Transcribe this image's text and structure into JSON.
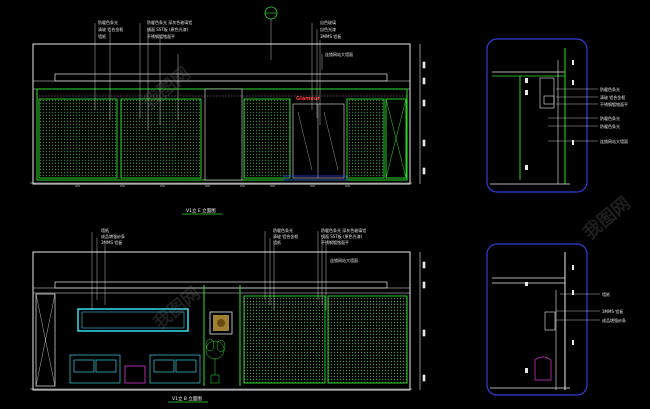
{
  "elevation_top": {
    "caption": "V1立 E 立面图",
    "labels_left": [
      "防暖色条光",
      "清玻 铝合金框",
      "墙纸"
    ],
    "labels_mid": [
      "防暖色条光 深灰色玻璃铝",
      "镜面 SST板 (原色光漆)",
      "不锈钢镀铬面平"
    ],
    "labels_right": [
      "自色玻璃",
      "自色光漆",
      "3MMS 铝板",
      "连锁网站大墙面"
    ],
    "sign_text": "Glamour"
  },
  "elevation_bottom": {
    "caption": "V1立 B 立面图",
    "labels_left": [
      "墙纸",
      "成品增强纱条",
      "3MMS 铝板"
    ],
    "labels_mid": [
      "防暖色条光",
      "清玻 铝合金框",
      "墙纸"
    ],
    "labels_right": [
      "防暖色条光 深灰色玻璃铝",
      "镜面 SST板 (原色光漆)",
      "不锈钢镀铬面平",
      "连锁网站大墙面"
    ]
  },
  "section_top": {
    "labels": [
      "防暖色条光",
      "清玻 铝合金框",
      "不锈钢镀铬面平",
      "防暖色条光",
      "防暖色条光",
      "连锁网站大墙面"
    ]
  },
  "section_bottom": {
    "labels": [
      "墙纸",
      "3MMS 铝板",
      "成品增强纱条"
    ]
  },
  "watermark": "我图网",
  "colors": {
    "background": "#000000",
    "wall_line": "#2ee02e",
    "frame_line": "#e8e8e8",
    "section_frame": "#2f3fd6",
    "cyan_panel": "#33d0e0",
    "accent_magenta": "#d838d8",
    "sign_red": "#ff3b3b"
  }
}
